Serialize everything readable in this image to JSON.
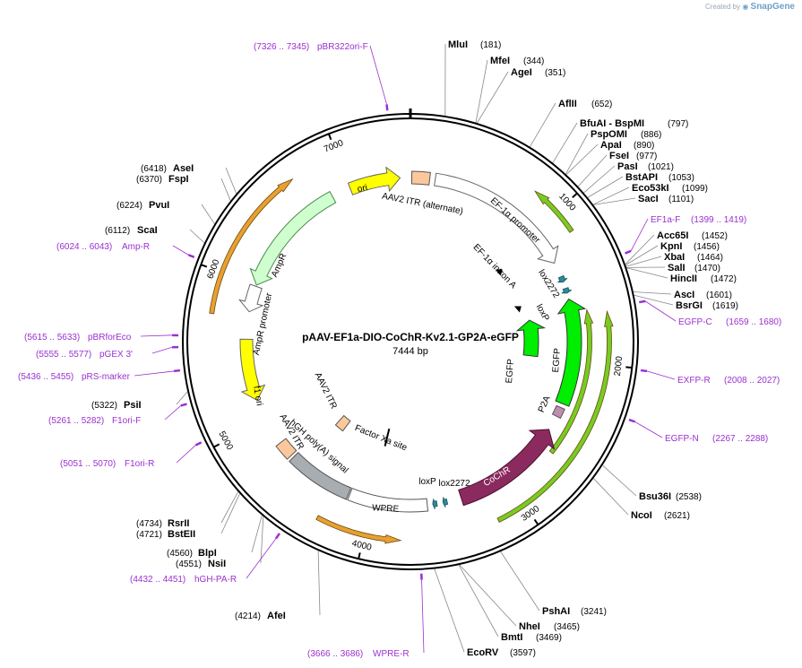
{
  "credit": {
    "prefix": "Created by",
    "brand": "SnapGene"
  },
  "plasmid": {
    "name": "pAAV-EF1a-DIO-CoChR-Kv2.1-GP2A-eGFP",
    "size_label": "7444 bp",
    "length": 7444
  },
  "colors": {
    "backbone": "#000000",
    "primer": "#9b30d0",
    "leader": "#888888"
  },
  "ticks": [
    {
      "pos": 1000,
      "label": "1000"
    },
    {
      "pos": 2000,
      "label": "2000"
    },
    {
      "pos": 3000,
      "label": "3000"
    },
    {
      "pos": 4000,
      "label": "4000"
    },
    {
      "pos": 5000,
      "label": "5000"
    },
    {
      "pos": 6000,
      "label": "6000"
    },
    {
      "pos": 7000,
      "label": "7000"
    }
  ],
  "sites": [
    {
      "name": "MluI",
      "pos": "(181)",
      "bp": 181
    },
    {
      "name": "MfeI",
      "pos": "(344)",
      "bp": 344
    },
    {
      "name": "AgeI",
      "pos": "(351)",
      "bp": 351
    },
    {
      "name": "AflII",
      "pos": "(652)",
      "bp": 652
    },
    {
      "name": "BfuAI - BspMI",
      "pos": "(797)",
      "bp": 797
    },
    {
      "name": "PspOMI",
      "pos": "(886)",
      "bp": 886
    },
    {
      "name": "ApaI",
      "pos": "(890)",
      "bp": 890
    },
    {
      "name": "FseI",
      "pos": "(977)",
      "bp": 977
    },
    {
      "name": "PasI",
      "pos": "(1021)",
      "bp": 1021
    },
    {
      "name": "BstAPI",
      "pos": "(1053)",
      "bp": 1053
    },
    {
      "name": "Eco53kI",
      "pos": "(1099)",
      "bp": 1099
    },
    {
      "name": "SacI",
      "pos": "(1101)",
      "bp": 1101
    },
    {
      "name": "Acc65I",
      "pos": "(1452)",
      "bp": 1452
    },
    {
      "name": "KpnI",
      "pos": "(1456)",
      "bp": 1456
    },
    {
      "name": "XbaI",
      "pos": "(1464)",
      "bp": 1464
    },
    {
      "name": "SalI",
      "pos": "(1470)",
      "bp": 1470
    },
    {
      "name": "HincII",
      "pos": "(1472)",
      "bp": 1472
    },
    {
      "name": "AscI",
      "pos": "(1601)",
      "bp": 1601
    },
    {
      "name": "BsrGI",
      "pos": "(1619)",
      "bp": 1619
    },
    {
      "name": "Bsu36I",
      "pos": "(2538)",
      "bp": 2538
    },
    {
      "name": "NcoI",
      "pos": "(2621)",
      "bp": 2621
    },
    {
      "name": "PshAI",
      "pos": "(3241)",
      "bp": 3241
    },
    {
      "name": "NheI",
      "pos": "(3465)",
      "bp": 3465
    },
    {
      "name": "BmtI",
      "pos": "(3469)",
      "bp": 3469
    },
    {
      "name": "EcoRV",
      "pos": "(3597)",
      "bp": 3597
    },
    {
      "name": "AfeI",
      "pos": "(4214)",
      "bp": 4214
    },
    {
      "name": "NsiI",
      "pos": "(4551)",
      "bp": 4551
    },
    {
      "name": "BlpI",
      "pos": "(4560)",
      "bp": 4560
    },
    {
      "name": "BstEII",
      "pos": "(4721)",
      "bp": 4721
    },
    {
      "name": "RsrII",
      "pos": "(4734)",
      "bp": 4734
    },
    {
      "name": "PsiI",
      "pos": "(5322)",
      "bp": 5322
    },
    {
      "name": "ScaI",
      "pos": "(6112)",
      "bp": 6112
    },
    {
      "name": "PvuI",
      "pos": "(6224)",
      "bp": 6224
    },
    {
      "name": "FspI",
      "pos": "(6370)",
      "bp": 6370
    },
    {
      "name": "AseI",
      "pos": "(6418)",
      "bp": 6418
    }
  ],
  "primers": [
    {
      "range": "(7326 .. 7345)",
      "name": "pBR322ori-F"
    },
    {
      "range": "(1399 .. 1419)",
      "name": "EF1a-F"
    },
    {
      "range": "(1659 .. 1680)",
      "name": "EGFP-C"
    },
    {
      "range": "(2008 .. 2027)",
      "name": "EXFP-R"
    },
    {
      "range": "(2267 .. 2288)",
      "name": "EGFP-N"
    },
    {
      "range": "(3666 .. 3686)",
      "name": "WPRE-R"
    },
    {
      "range": "(4432 .. 4451)",
      "name": "hGH-PA-R"
    },
    {
      "range": "(5051 .. 5070)",
      "name": "F1ori-R"
    },
    {
      "range": "(5261 .. 5282)",
      "name": "F1ori-F"
    },
    {
      "range": "(5436 .. 5455)",
      "name": "pRS-marker"
    },
    {
      "range": "(5555 .. 5577)",
      "name": "pGEX 3'"
    },
    {
      "range": "(5615 .. 5633)",
      "name": "pBRforEco"
    },
    {
      "range": "(6024 .. 6043)",
      "name": "Amp-R"
    }
  ],
  "features": [
    {
      "key": "ori",
      "label": "ori",
      "color": "#ffff00"
    },
    {
      "key": "itr_alt",
      "label": "AAV2 ITR (alternate)",
      "color": "#fcc89b"
    },
    {
      "key": "ef1a_promoter",
      "label": "EF-1α promoter",
      "color": "#ffffff"
    },
    {
      "key": "ef1a_intron",
      "label": "EF-1α intron A",
      "color": "#000000"
    },
    {
      "key": "lox2272_a",
      "label": "lox2272",
      "color": "#2e8b9a"
    },
    {
      "key": "loxp_a",
      "label": "loxP",
      "color": "#2e8b9a"
    },
    {
      "key": "egfp_inner",
      "label": "EGFP",
      "color": "#00ee00"
    },
    {
      "key": "egfp_outer",
      "label": "EGFP",
      "color": "#00ee00"
    },
    {
      "key": "p2a",
      "label": "P2A",
      "color": "#c08cb0"
    },
    {
      "key": "cochr",
      "label": "CoChR",
      "color": "#8b2a5e"
    },
    {
      "key": "lox2272_b",
      "label": "lox2272",
      "color": "#2e8b9a"
    },
    {
      "key": "loxp_b",
      "label": "loxP",
      "color": "#2e8b9a"
    },
    {
      "key": "wpre",
      "label": "WPRE",
      "color": "#ffffff"
    },
    {
      "key": "factor_xa",
      "label": "Factor Xa site",
      "color": "#000000"
    },
    {
      "key": "hgh_polya",
      "label": "hGH poly(A) signal",
      "color": "#a8adb2"
    },
    {
      "key": "itr_b",
      "label": "AAV2 ITR",
      "color": "#fcc89b"
    },
    {
      "key": "itr_c",
      "label": "AAV2 ITR",
      "color": "#fcc89b"
    },
    {
      "key": "f1ori",
      "label": "f1 ori",
      "color": "#ffff00"
    },
    {
      "key": "ampr_promoter",
      "label": "AmpR promoter",
      "color": "#ffffff"
    },
    {
      "key": "ampr",
      "label": "AmpR",
      "color": "#cfffcf"
    }
  ],
  "orfs": [
    {
      "key": "orf_green",
      "color": "#77cc22"
    },
    {
      "key": "orf_green2",
      "color": "#77cc22"
    },
    {
      "key": "orf_green3",
      "color": "#77cc22"
    },
    {
      "key": "orf_orange1",
      "color": "#e8a030"
    },
    {
      "key": "orf_orange2",
      "color": "#e8a030"
    }
  ]
}
